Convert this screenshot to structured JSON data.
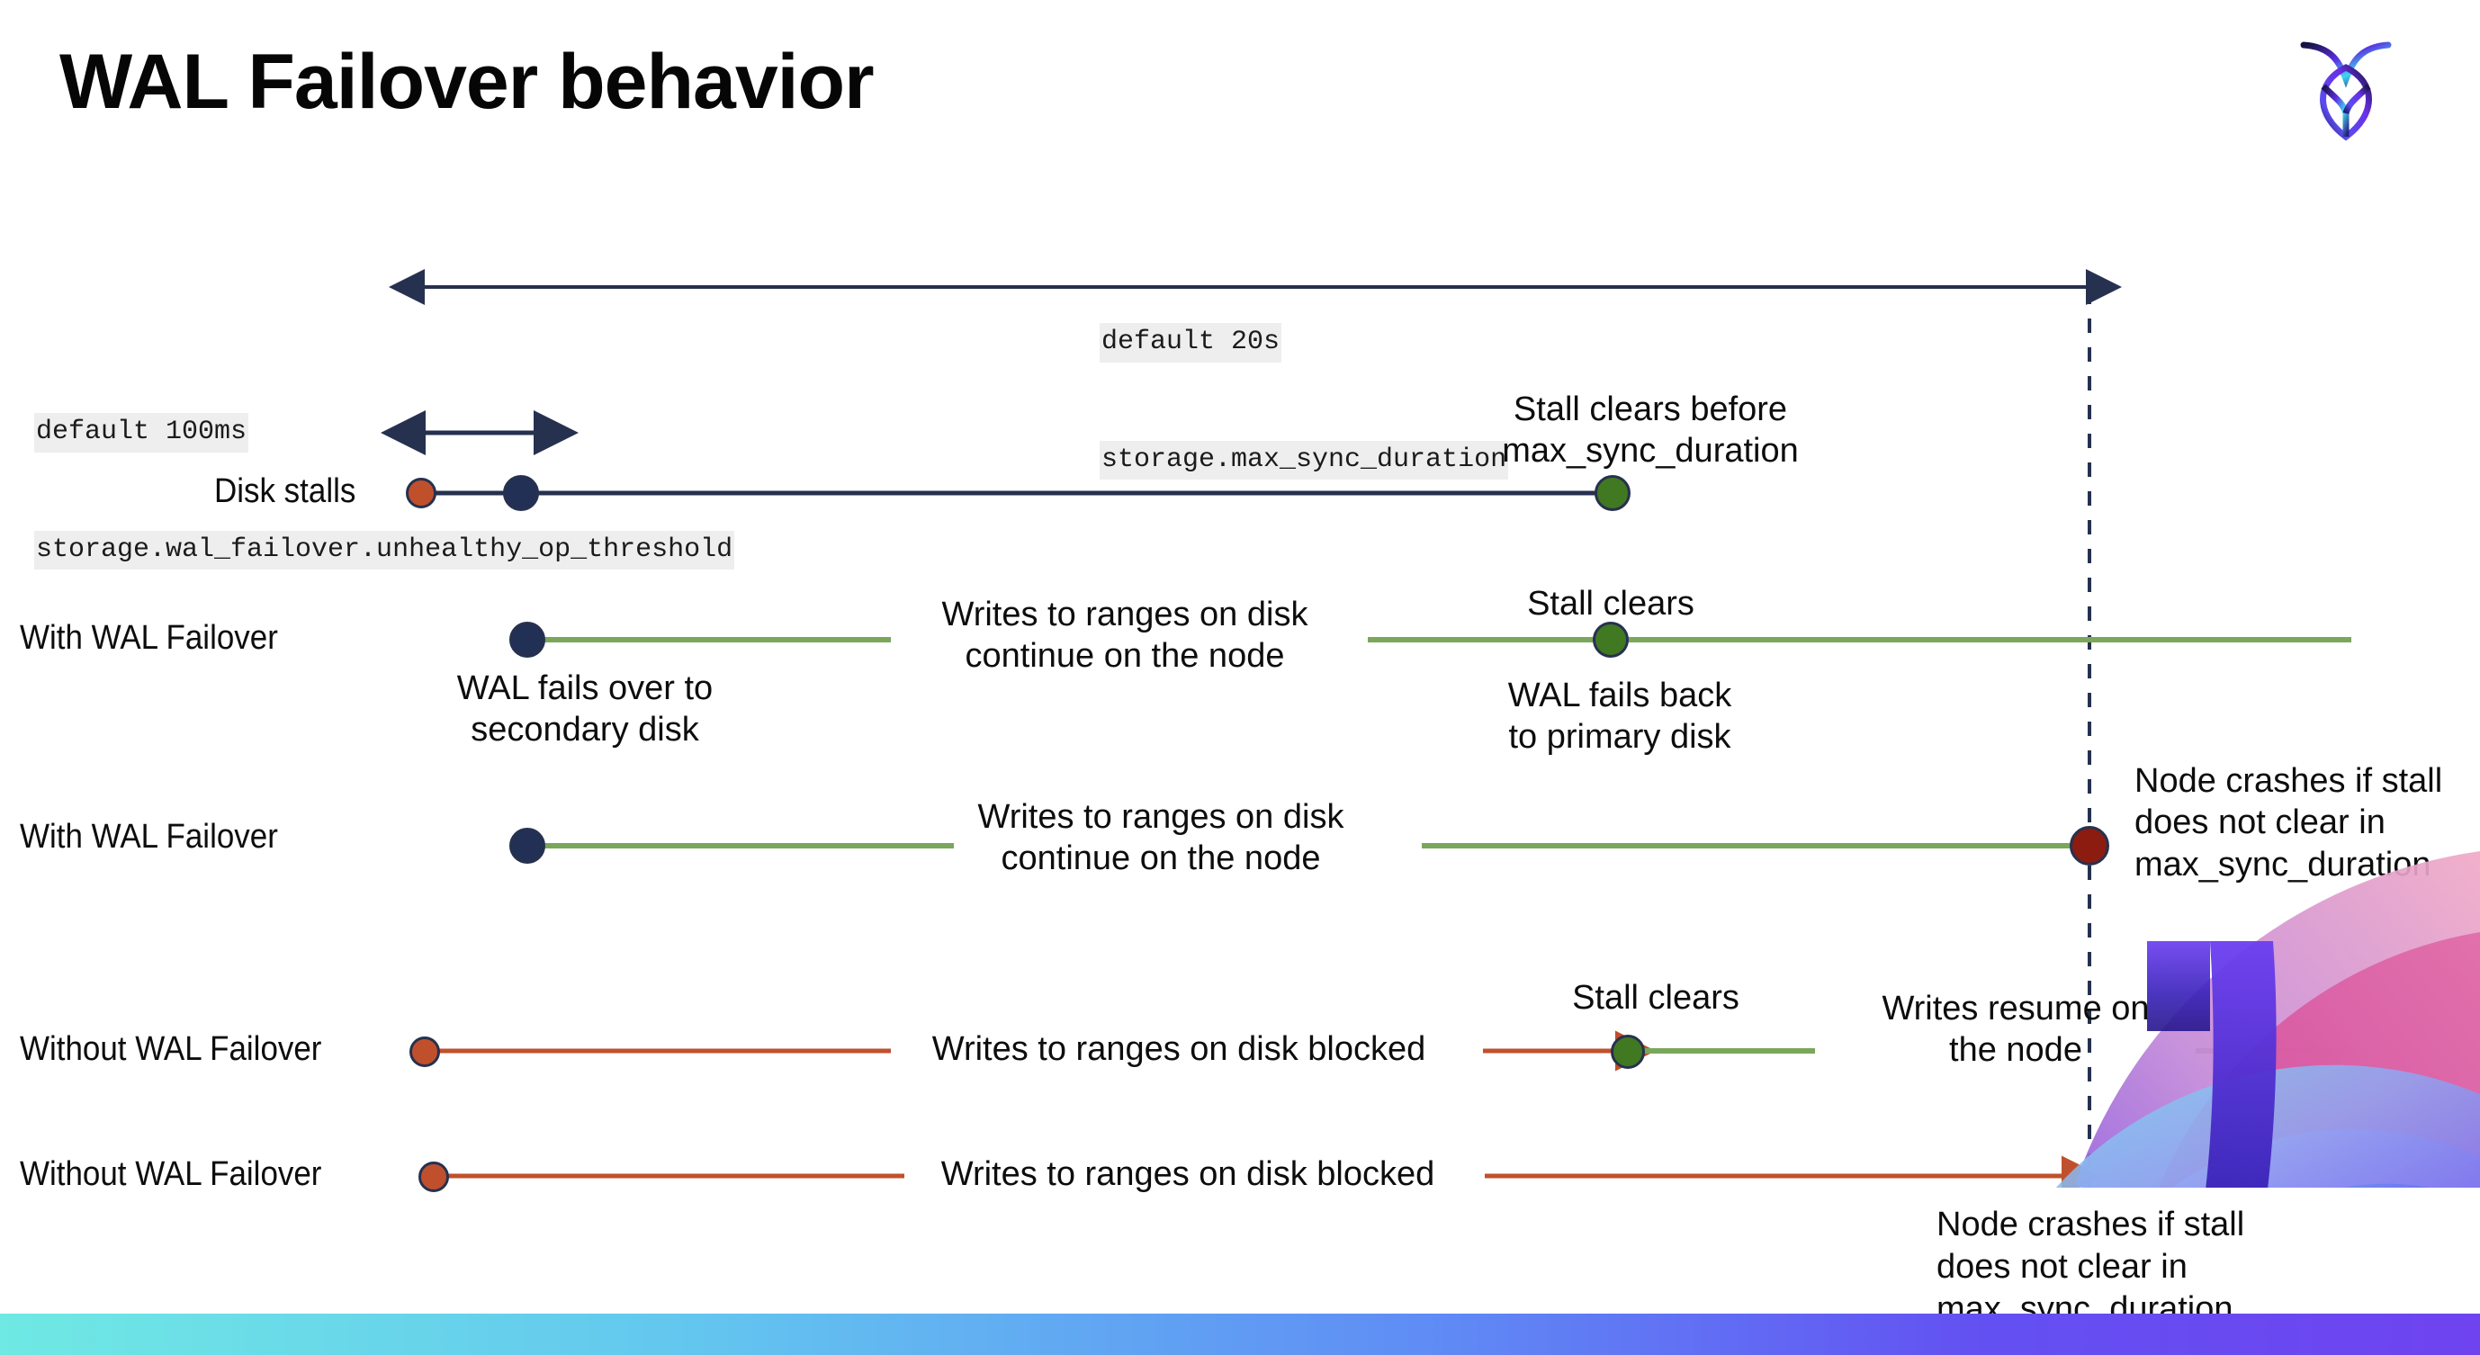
{
  "slide": {
    "title": "WAL Failover behavior",
    "logo_name": "cockroachdb-logo"
  },
  "annotations": {
    "max_sync": {
      "default": "default 20s",
      "setting": "storage.max_sync_duration"
    },
    "unhealthy": {
      "default": "default 100ms",
      "setting": "storage.wal_failover.unhealthy_op_threshold"
    }
  },
  "rows": [
    {
      "label": "Disk stalls",
      "notes": [
        "Stall clears before\nmax_sync_duration"
      ]
    },
    {
      "label": "With WAL Failover",
      "notes": [
        "Writes to ranges on disk\ncontinue on the node",
        "Stall clears",
        "WAL fails over to\nsecondary disk",
        "WAL fails  back\nto primary disk"
      ]
    },
    {
      "label": "With WAL Failover",
      "notes": [
        "Writes to ranges on disk\ncontinue on the node",
        "Node crashes if stall\ndoes not clear in\nmax_sync_duration"
      ]
    },
    {
      "label": "Without WAL Failover",
      "notes": [
        "Writes to ranges on disk  blocked",
        "Stall clears",
        "Writes resume on\nthe node"
      ]
    },
    {
      "label": "Without WAL Failover",
      "notes": [
        "Writes to ranges on disk  blocked",
        "Node crashes if stall\ndoes not clear in\nmax_sync_duration"
      ]
    }
  ],
  "colors": {
    "navy": "#26314f",
    "green_line": "#7aa css",
    "green": "#7aa75a",
    "red_line": "#c0502c",
    "dot_red": "#c0502c",
    "dot_green": "#417822",
    "dot_dark_red": "#8c1b10",
    "dot_navy": "#223055",
    "chip_bg": "#eeeeee"
  }
}
